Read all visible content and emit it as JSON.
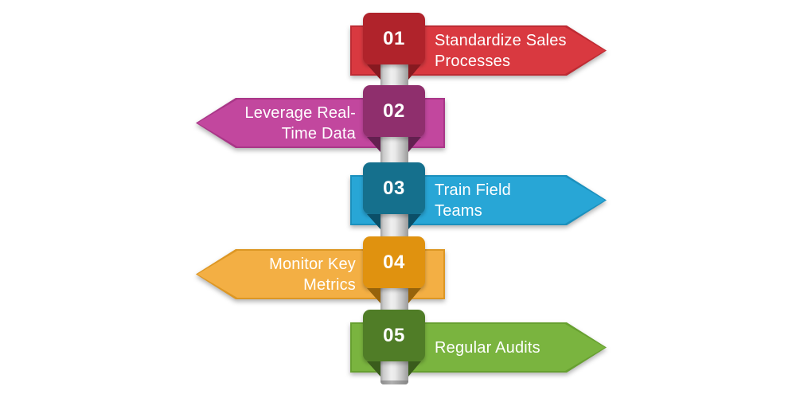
{
  "background": "#ffffff",
  "pole": {
    "highlight": "#efefef",
    "shadow": "#9a9a9a",
    "cap": "#8a8a8a"
  },
  "steps": [
    {
      "number": "01",
      "label": "Standardize Sales Processes",
      "lines": [
        "Standardize Sales",
        "Processes"
      ],
      "direction": "right",
      "colors": {
        "banner": "#D93940",
        "banner_edge": "#BE2B33",
        "badge": "#B0232B",
        "fold": "#871920"
      }
    },
    {
      "number": "02",
      "label": "Leverage Real-Time Data",
      "lines": [
        "Leverage Real-",
        "Time Data"
      ],
      "direction": "left",
      "colors": {
        "banner": "#C2479E",
        "banner_edge": "#A93788",
        "badge": "#8F2F6D",
        "fold": "#632050"
      }
    },
    {
      "number": "03",
      "label": "Train Field Teams",
      "lines": [
        "Train Field",
        "Teams"
      ],
      "direction": "right",
      "colors": {
        "banner": "#28A6D6",
        "banner_edge": "#1B90BD",
        "badge": "#15708D",
        "fold": "#0B4F68"
      }
    },
    {
      "number": "04",
      "label": "Monitor Key Metrics",
      "lines": [
        "Monitor Key",
        "Metrics"
      ],
      "direction": "left",
      "colors": {
        "banner": "#F3AF44",
        "banner_edge": "#DD9724",
        "badge": "#E0920F",
        "fold": "#96630B"
      }
    },
    {
      "number": "05",
      "label": "Regular Audits",
      "lines": [
        "Regular Audits"
      ],
      "direction": "right",
      "colors": {
        "banner": "#7AB43F",
        "banner_edge": "#67A030",
        "badge": "#507D27",
        "fold": "#3A5C1C"
      }
    }
  ]
}
